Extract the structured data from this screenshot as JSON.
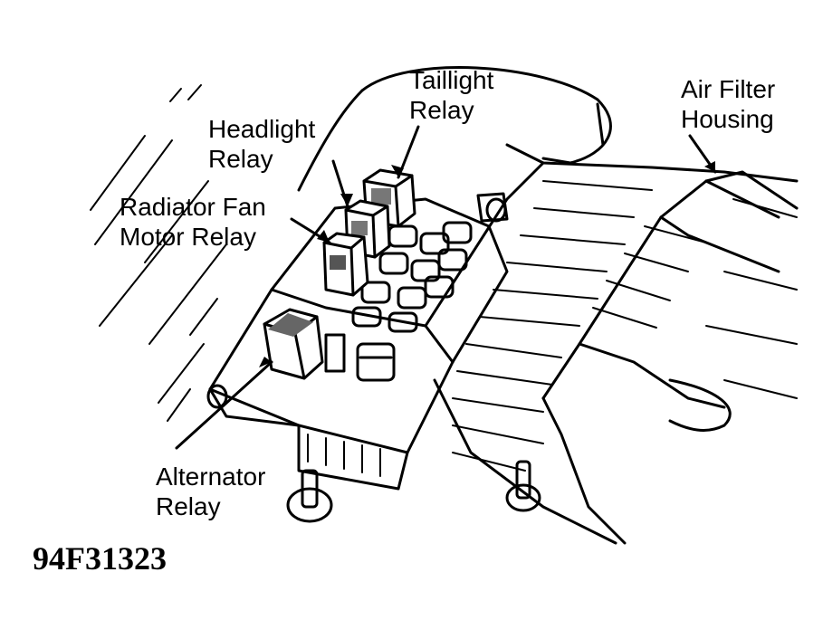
{
  "labels": {
    "taillight_relay": [
      "Taillight",
      "Relay"
    ],
    "headlight_relay": [
      "Headlight",
      "Relay"
    ],
    "radiator_fan_motor_relay": [
      "Radiator Fan",
      "Motor Relay"
    ],
    "alternator_relay": [
      "Alternator",
      "Relay"
    ],
    "air_filter_housing": [
      "Air Filter",
      "Housing"
    ]
  },
  "figure_code": "94F31323"
}
